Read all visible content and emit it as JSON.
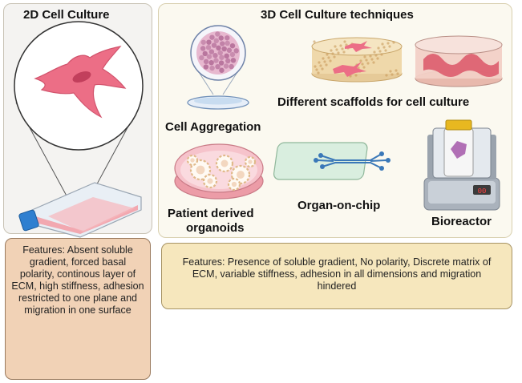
{
  "panel_2d": {
    "title": "2D Cell Culture",
    "features": "Features: Absent soluble gradient, forced basal polarity, continous layer of ECM, high stiffness, adhesion restricted to one plane and migration in one surface"
  },
  "panel_3d": {
    "title": "3D Cell Culture techniques",
    "labels": {
      "cell_aggregation": "Cell Aggregation",
      "scaffolds": "Different scaffolds for cell culture",
      "organoids_line1": "Patient derived",
      "organoids_line2": "organoids",
      "organ_on_chip": "Organ-on-chip",
      "bioreactor": "Bioreactor",
      "bioreactor_display": "00"
    },
    "features": "Features: Presence of soluble gradient, No polarity, Discrete matrix of ECM,  variable stiffness, adhesion in all dimensions and migration hindered"
  },
  "colors": {
    "panel_2d_bg": "#f4f3f1",
    "panel_3d_bg": "#fbf9f0",
    "features_2d_bg": "#f1d2b6",
    "features_3d_bg": "#f6e7bd",
    "cell_pink": "#ec6e86",
    "flask_cap": "#2f7fd0"
  },
  "icons": [
    "cell-icon",
    "culture-flask-icon",
    "cell-aggregate-icon",
    "scaffold-icon",
    "organoid-dish-icon",
    "organ-chip-icon",
    "bioreactor-icon"
  ]
}
